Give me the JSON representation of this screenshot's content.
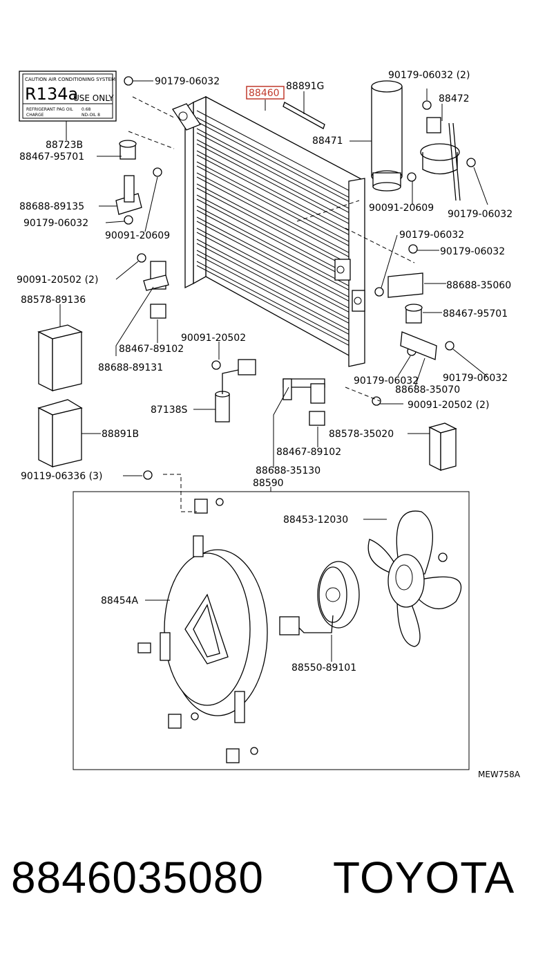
{
  "labels": {
    "p90179_06032_a": "90179-06032",
    "p88460": "88460",
    "p88891G": "88891G",
    "p90179_06032_2": "90179-06032 (2)",
    "p88472": "88472",
    "p88471": "88471",
    "p88723B": "88723B",
    "p88467_95701_a": "88467-95701",
    "p88688_89135": "88688-89135",
    "p90179_06032_b": "90179-06032",
    "p90091_20609_a": "90091-20609",
    "p90091_20609_b": "90091-20609",
    "p90179_06032_c": "90179-06032",
    "p90179_06032_d": "90179-06032",
    "p90179_06032_e": "90179-06032",
    "p90091_20502_2a": "90091-20502 (2)",
    "p88688_35060": "88688-35060",
    "p88578_89136": "88578-89136",
    "p88467_95701_b": "88467-95701",
    "p90091_20502": "90091-20502",
    "p88467_89102_a": "88467-89102",
    "p88688_89131": "88688-89131",
    "p90179_06032_f": "90179-06032",
    "p90179_06032_g": "90179-06032",
    "p88688_35070": "88688-35070",
    "p87138S": "87138S",
    "p90091_20502_2b": "90091-20502 (2)",
    "p88891B": "88891B",
    "p88578_35020": "88578-35020",
    "p88467_89102_b": "88467-89102",
    "p88688_35130": "88688-35130",
    "p90119_06336": "90119-06336 (3)",
    "p88590": "88590",
    "p88453_12030": "88453-12030",
    "p88454A": "88454A",
    "p88550_89101": "88550-89101",
    "diagram_code": "MEW758A"
  },
  "sticker": {
    "header": "CAUTION AIR CONDITIONING SYSTEM",
    "main": "R134a",
    "use_only": "USE ONLY",
    "line1": "REFRIGERANT",
    "line2": "CHARGE",
    "line3": "PAG OIL",
    "val1": "0.68",
    "val2": "ND-OIL 8"
  },
  "footer": {
    "part_number": "8846035080",
    "brand": "TOYOTA"
  },
  "colors": {
    "highlight": "#c0392b",
    "line": "#000000",
    "background": "#ffffff"
  }
}
